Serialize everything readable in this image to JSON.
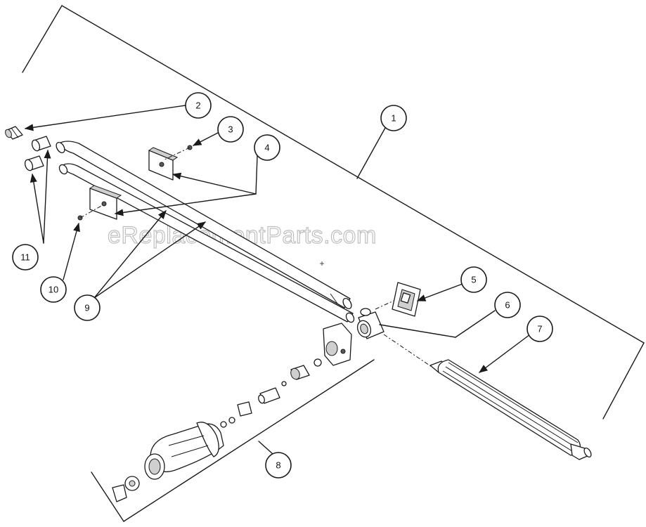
{
  "watermark": "eReplacementParts.com",
  "callouts": [
    {
      "id": "1",
      "label": "1"
    },
    {
      "id": "2",
      "label": "2"
    },
    {
      "id": "3",
      "label": "3"
    },
    {
      "id": "4",
      "label": "4"
    },
    {
      "id": "5",
      "label": "5"
    },
    {
      "id": "6",
      "label": "6"
    },
    {
      "id": "7",
      "label": "7"
    },
    {
      "id": "8",
      "label": "8"
    },
    {
      "id": "9",
      "label": "9"
    },
    {
      "id": "10",
      "label": "10"
    },
    {
      "id": "11",
      "label": "11"
    }
  ],
  "center_mark": "+"
}
